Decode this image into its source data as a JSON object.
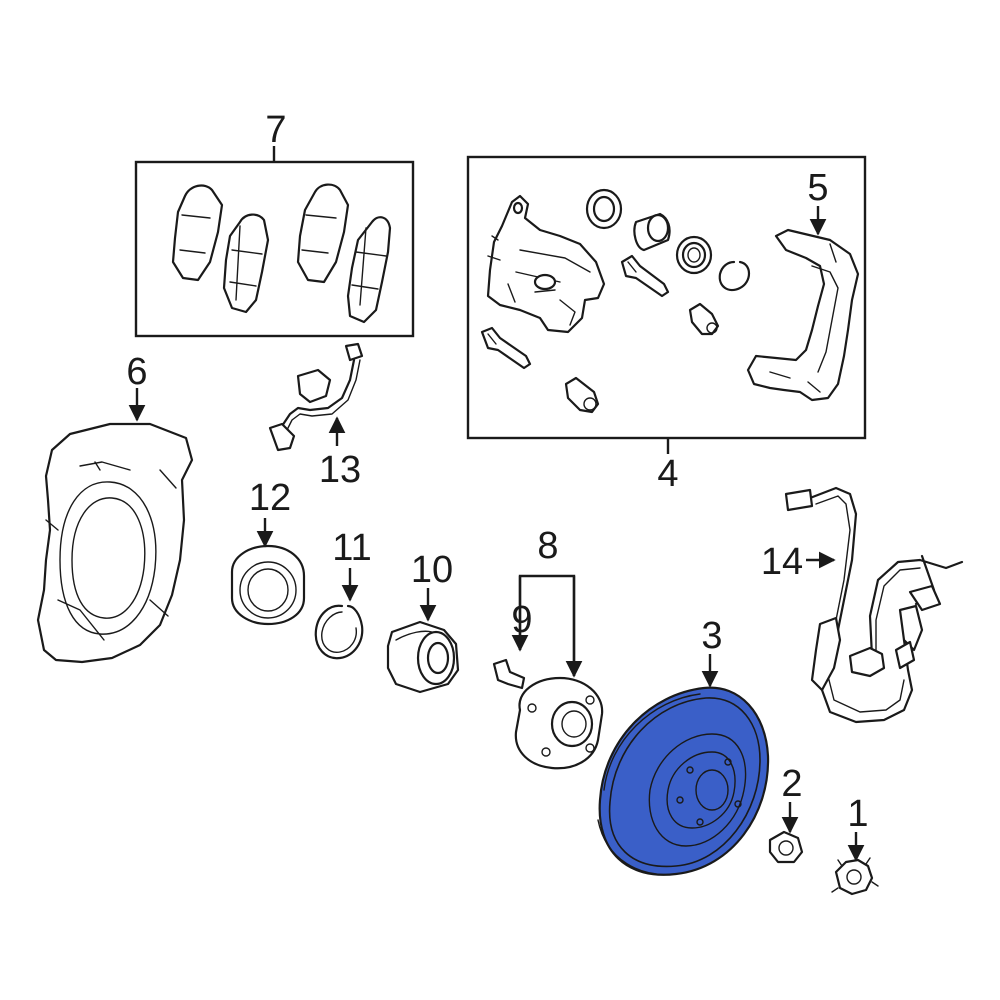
{
  "diagram": {
    "highlight_color": "#3a5fc8",
    "line_color": "#1a1a1a",
    "background": "#ffffff",
    "highlighted_part": "3",
    "callouts": {
      "c1": "1",
      "c2": "2",
      "c3": "3",
      "c4": "4",
      "c5": "5",
      "c6": "6",
      "c7": "7",
      "c8": "8",
      "c9": "9",
      "c10": "10",
      "c11": "11",
      "c12": "12",
      "c13": "13",
      "c14": "14"
    }
  }
}
